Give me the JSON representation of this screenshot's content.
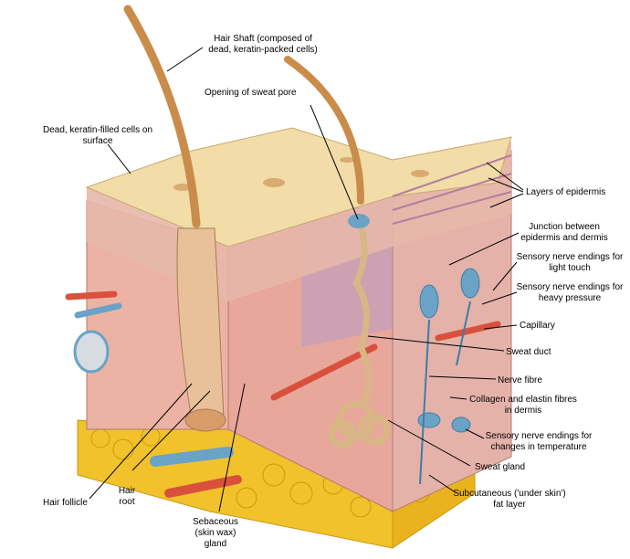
{
  "labels": {
    "hair_shaft": "Hair Shaft (composed of\ndead, keratin-packed cells)",
    "sweat_pore": "Opening of sweat pore",
    "dead_cells": "Dead, keratin-filled cells on\nsurface",
    "epidermis_layers": "Layers of epidermis",
    "junction": "Junction between\nepidermis and dermis",
    "light_touch": "Sensory nerve endings for\nlight touch",
    "heavy_pressure": "Sensory nerve endings for\nheavy pressure",
    "capillary": "Capillary",
    "sweat_duct": "Sweat duct",
    "nerve_fibre": "Nerve fibre",
    "collagen": "Collagen and elastin fibres\nin dermis",
    "temperature": "Sensory nerve endings for\nchanges in temperature",
    "sweat_gland": "Sweat gland",
    "subcutaneous": "Subcutaneous ('under skin')\nfat layer",
    "hair_follicle": "Hair follicle",
    "hair_root": "Hair\nroot",
    "sebaceous": "Sebaceous\n(skin wax)\ngland"
  },
  "colors": {
    "surface": "#f2dca8",
    "epidermis": "#e7b7aa",
    "dermis": "#ecb3a5",
    "fat": "#f1c22c",
    "vein": "#6aa3c6",
    "artery": "#d9513c",
    "hair": "#c98c4a",
    "sweat_gland": "#d9b685"
  }
}
